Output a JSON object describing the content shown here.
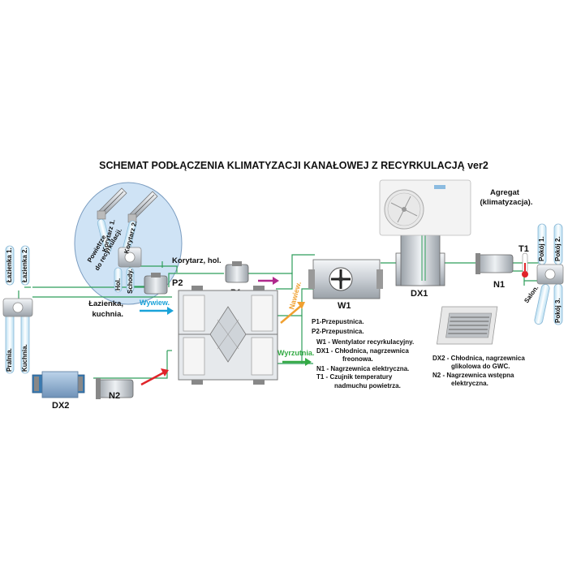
{
  "title": "SCHEMAT  PODŁĄCZENIA KLIMATYZACJI  KANAŁOWEJ Z RECYRKULACJĄ  ver2",
  "labels": {
    "agregat_1": "Agregat",
    "agregat_2": "(klimatyzacja).",
    "t1": "T1",
    "p1": "P1",
    "p2": "P2",
    "w1": "W1",
    "dx1": "DX1",
    "dx2": "DX2",
    "n1": "N1",
    "n2": "N2",
    "korytarz_hol": "Korytarz, hol.",
    "lazienka_1": "Łazienka,",
    "lazienka_2": "kuchnia.",
    "wywiew": "Wywiew.",
    "nawiew": "Nawiew.",
    "wyrzutnia": "Wyrzutnia.",
    "powietrze_1": "Powietrze",
    "powietrze_2": "do recyrkulacji.",
    "korytarz_1": "Korytarz 1.",
    "korytarz_2": "Korytarz 2.",
    "hol": "Hol.",
    "schody": "Schody.",
    "lazienka1_duct": "Łazienka 1.",
    "lazienka2_duct": "Łazienka 2.",
    "pralnia": "Pralnia.",
    "kuchnia": "Kuchnia.",
    "pokoj1": "Pokój 1.",
    "pokoj2": "Pokój 2.",
    "pokoj3": "Pokój 3.",
    "salon": "Salon."
  },
  "legend_main": [
    "P1-Przepustnica.",
    "P2-Przepustnica.",
    "W1 - Wentylator recyrkulacyjny.",
    "DX1 - Chłodnica, nagrzewnica",
    "freonowa.",
    "N1 - Nagrzewnica elektryczna.",
    "T1 - Czujnik temperatury",
    "nadmuchu powietrza."
  ],
  "legend_side": [
    "DX2 - Chłodnica, nagrzewnica",
    "glikolowa do GWC.",
    "N2 - Nagrzewnica wstępna",
    "elektryczna."
  ],
  "colors": {
    "duct_green": "#2e9e5a",
    "supply_blue": "#1aa3d9",
    "supply_orange": "#f0a030",
    "exhaust_green": "#33aa44",
    "magenta": "#b0288c",
    "red": "#e0242a",
    "bubble": "#cfe3f5"
  }
}
